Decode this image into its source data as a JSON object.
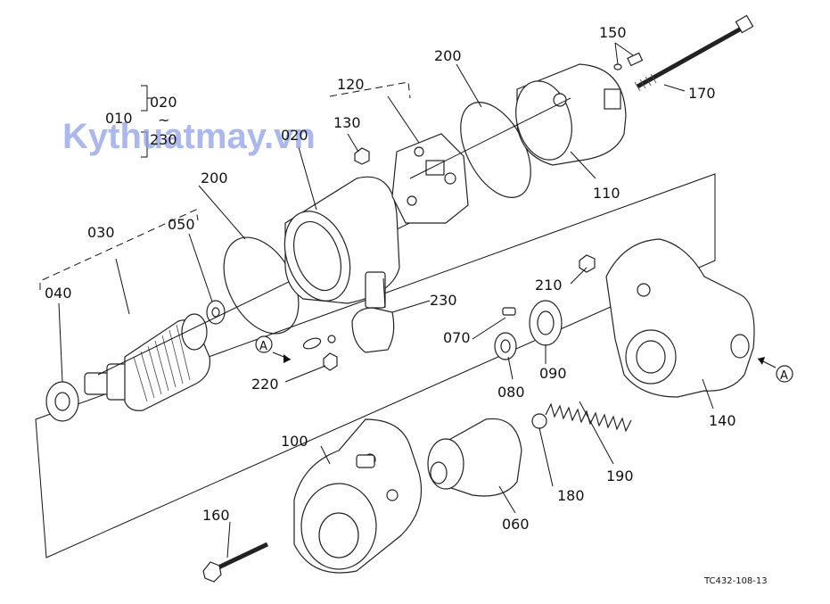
{
  "watermark": "Kythuatmay.vn",
  "diagram_code": "TC432-108-13",
  "group_label": {
    "main": "010",
    "from": "020",
    "tilde": "~",
    "to": "230"
  },
  "reference_marker": "A",
  "part_numbers": {
    "p020": "020",
    "p030": "030",
    "p040": "040",
    "p050": "050",
    "p060": "060",
    "p070": "070",
    "p080": "080",
    "p090": "090",
    "p100": "100",
    "p110": "110",
    "p120": "120",
    "p130": "130",
    "p140": "140",
    "p150": "150",
    "p160": "160",
    "p170": "170",
    "p180": "180",
    "p190": "190",
    "p200a": "200",
    "p200b": "200",
    "p210": "210",
    "p220": "220",
    "p230": "230"
  }
}
